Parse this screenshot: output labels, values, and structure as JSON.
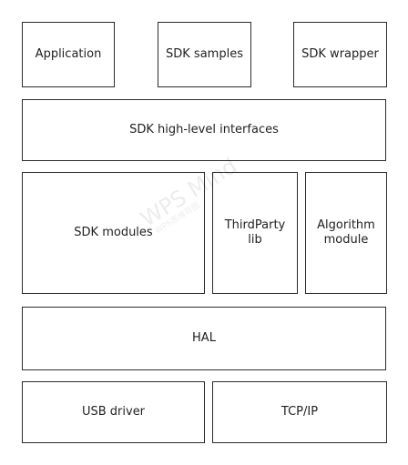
{
  "diagram": {
    "top_row": {
      "application": "Application",
      "sdk_samples": "SDK samples",
      "sdk_wrapper": "SDK wrapper"
    },
    "interfaces": "SDK high-level interfaces",
    "middle_row": {
      "sdk_modules": "SDK modules",
      "thirdparty_lib": "ThirdParty\nlib",
      "algorithm_module": "Algorithm\nmodule"
    },
    "hal": "HAL",
    "bottom_row": {
      "usb_driver": "USB driver",
      "tcp_ip": "TCP/IP"
    }
  },
  "watermark": {
    "main": "WPS Mind",
    "sub": "WPS思维导图"
  }
}
